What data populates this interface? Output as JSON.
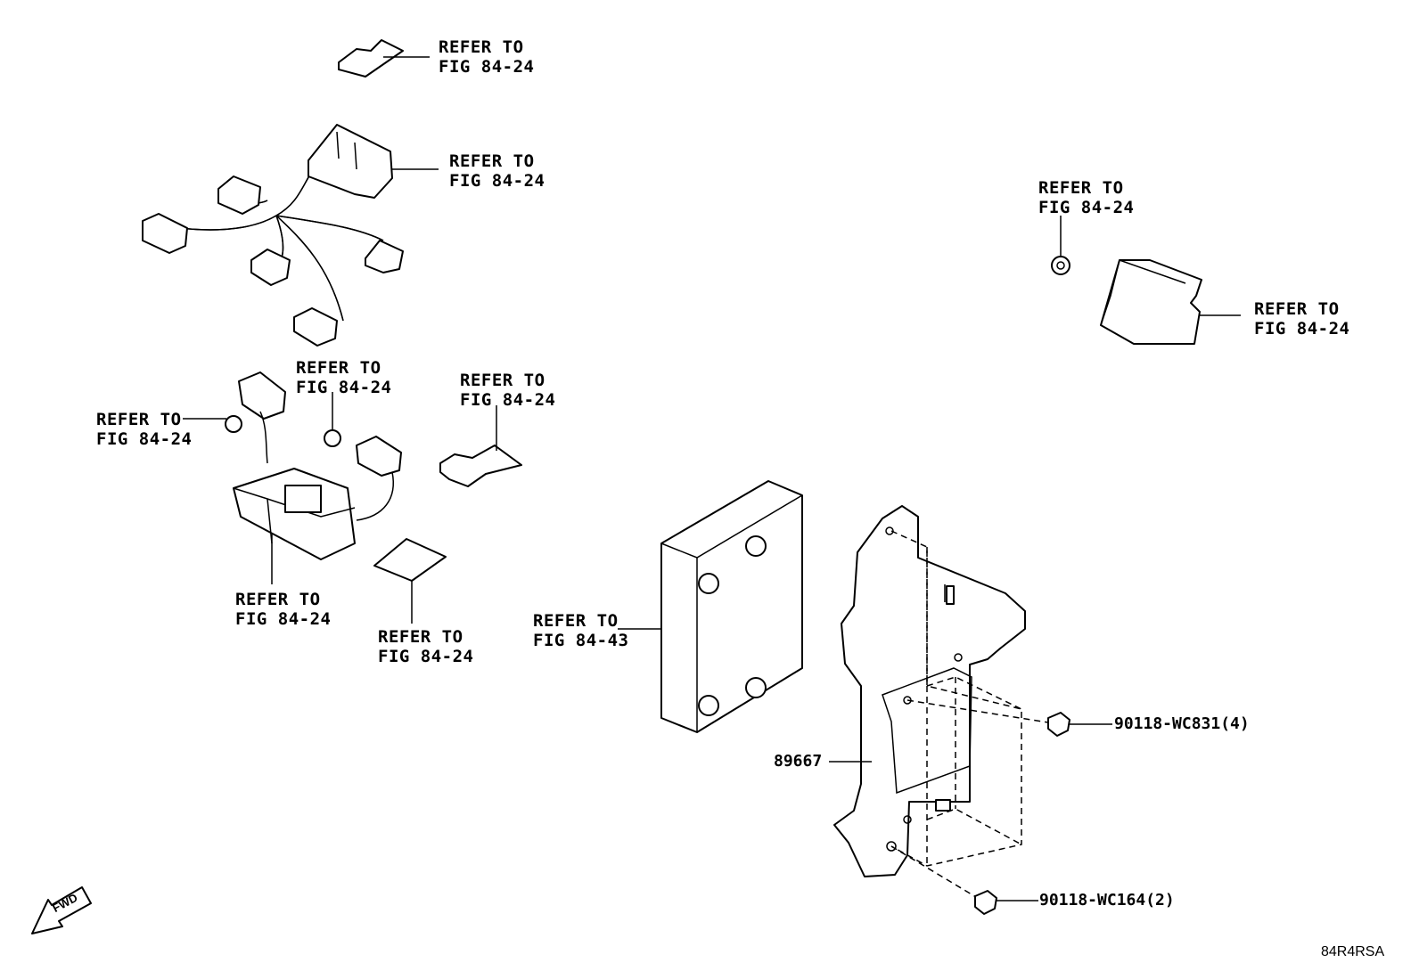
{
  "labels": {
    "ref_top": [
      "REFER TO",
      "FIG 84-24"
    ],
    "ref_harness": [
      "REFER TO",
      "FIG 84-24"
    ],
    "ref_clip_right": [
      "REFER TO",
      "FIG 84-24"
    ],
    "ref_box_right": [
      "REFER TO",
      "FIG 84-24"
    ],
    "ref_clip_mid": [
      "REFER TO",
      "FIG 84-24"
    ],
    "ref_bracket_small": [
      "REFER TO",
      "FIG 84-24"
    ],
    "ref_clip_left": [
      "REFER TO",
      "FIG 84-24"
    ],
    "ref_module": [
      "REFER TO",
      "FIG 84-24"
    ],
    "ref_pad": [
      "REFER TO",
      "FIG 84-24"
    ],
    "ref_ecu": [
      "REFER TO",
      "FIG 84-43"
    ]
  },
  "parts": {
    "bracket": "89667",
    "bolt_upper": "90118-WC831(4)",
    "bolt_lower": "90118-WC164(2)"
  },
  "fwd": "FWD",
  "diagram_code": "84R4RSA"
}
